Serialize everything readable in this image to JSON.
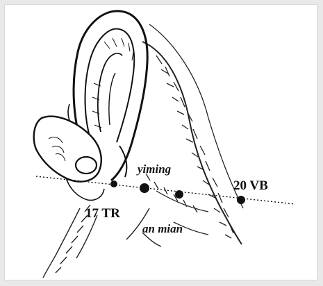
{
  "labels": {
    "yiming": "yiming",
    "vb20": "20 VB",
    "tr17": "17 TR",
    "anmian": "an mian"
  },
  "colors": {
    "ink": "#111111",
    "paper": "#ffffff",
    "background": "#e9e9e9"
  },
  "icons": {
    "ear": "ear-illustration-icon",
    "finger": "finger-pressing-icon"
  }
}
